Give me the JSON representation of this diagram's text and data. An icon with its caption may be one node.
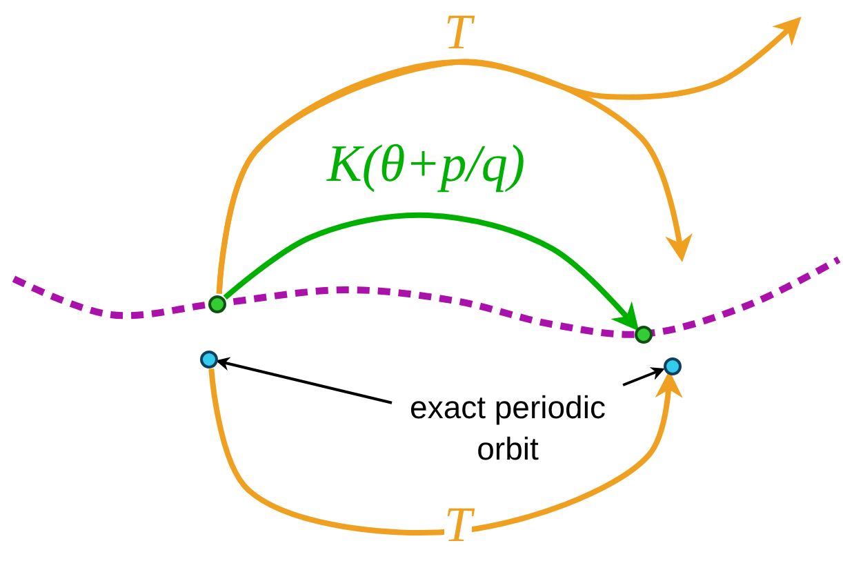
{
  "diagram": {
    "nodes": [
      {
        "text": [],
        "shape": "circle"
      },
      {
        "text": [],
        "shape": "circle"
      },
      {
        "text": [],
        "shape": "circle"
      },
      {
        "text": [],
        "shape": "circle"
      },
      {
        "text": [
          "exact periodic orbit"
        ]
      }
    ],
    "edges": [
      {
        "from": 0,
        "to": 1,
        "arrow": "to",
        "label": "K(θ+p/q)",
        "color": "#00b000"
      },
      {
        "from": 0,
        "to": null,
        "arrow": "to",
        "label": "T"
      },
      {
        "from": 0,
        "to": null,
        "arrow": "to"
      },
      {
        "from": 2,
        "to": 3,
        "arrow": "to",
        "label": "T"
      },
      {
        "from": 4,
        "to": 2,
        "arrow": "to",
        "color": "#000000"
      },
      {
        "from": 4,
        "to": 3,
        "arrow": "to",
        "color": "#000000"
      }
    ]
  }
}
